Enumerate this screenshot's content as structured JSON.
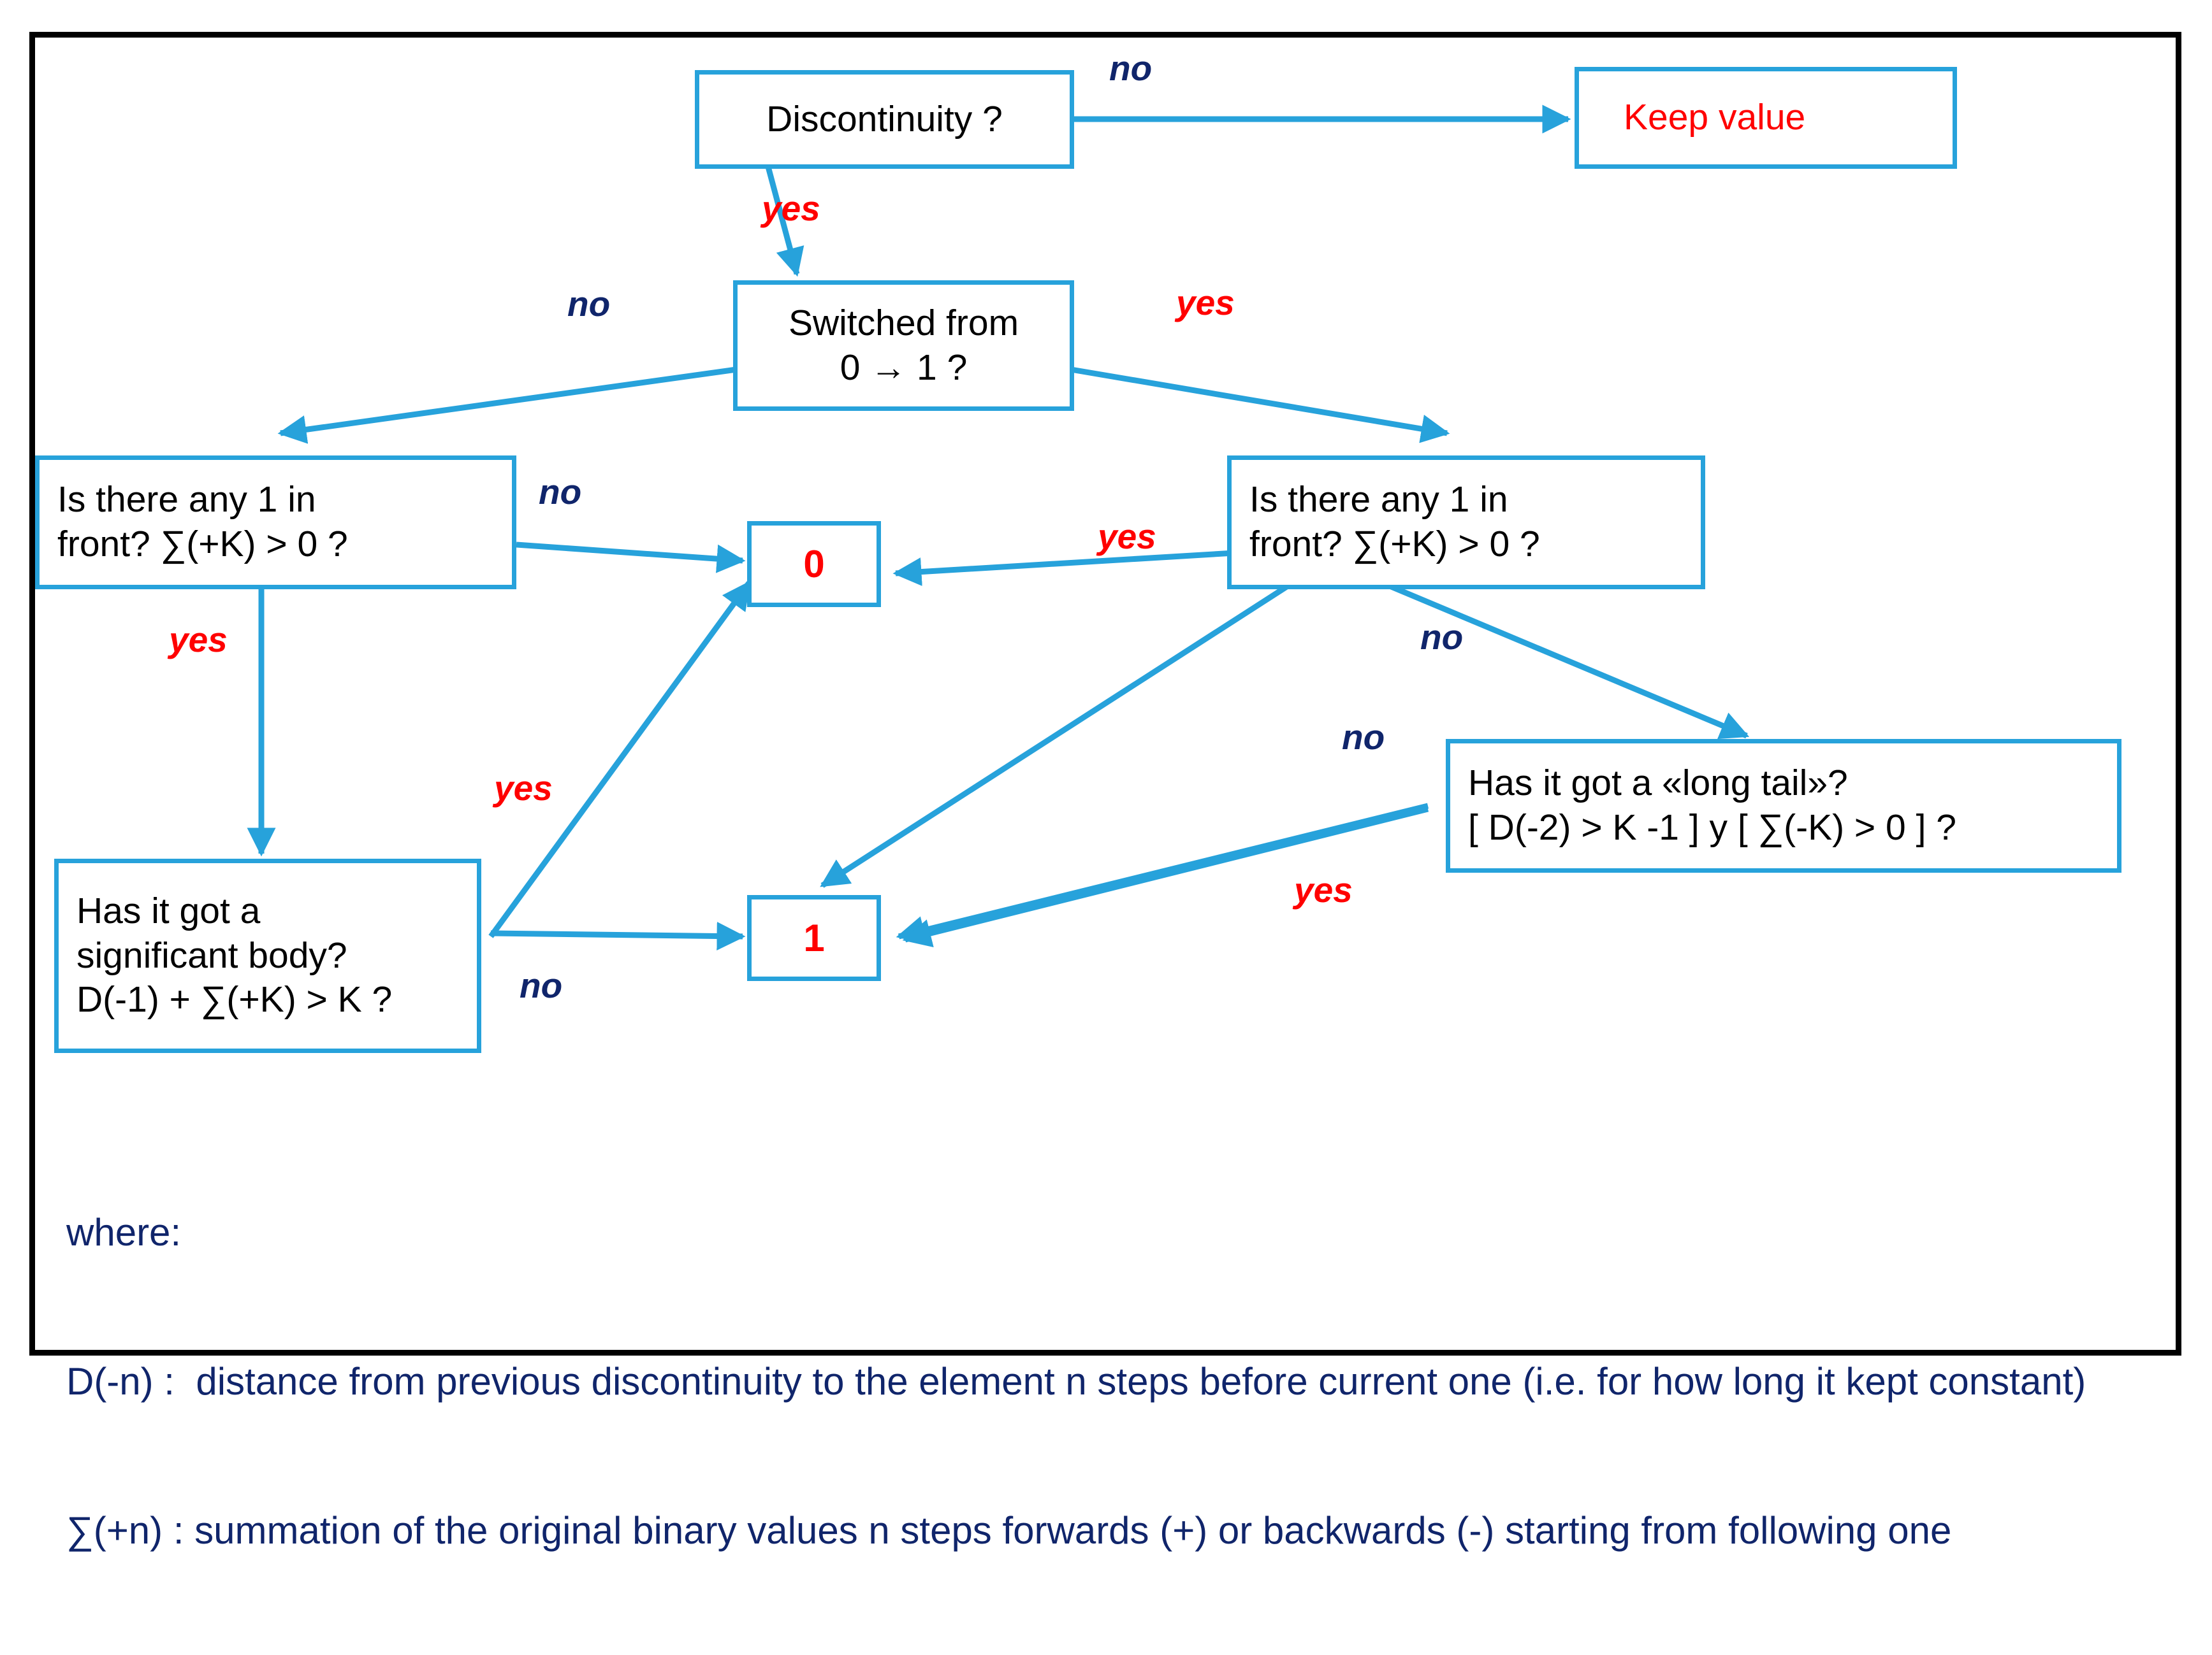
{
  "diagram": {
    "title": "Discontinuity decision flowchart",
    "colors": {
      "box_border": "#27a2db",
      "arrow": "#27a2db",
      "no_label": "#10256b",
      "yes_label": "#ff0000",
      "box_text": "#000000",
      "frame": "#000000"
    },
    "nodes": [
      {
        "id": "discontinuity",
        "text": "Discontinuity ?"
      },
      {
        "id": "keep-value",
        "text": "Keep value"
      },
      {
        "id": "switched",
        "text": "Switched from\n0 → 1  ?"
      },
      {
        "id": "any-one-left",
        "text": "Is there any 1 in\nfront? ∑(+K)  > 0 ?"
      },
      {
        "id": "any-one-right",
        "text": "Is there any 1 in\nfront? ∑(+K)  > 0 ?"
      },
      {
        "id": "out-zero",
        "text": "0"
      },
      {
        "id": "out-one",
        "text": "1"
      },
      {
        "id": "significant-body",
        "text": "Has it got a\nsignificant body?\nD(-1) + ∑(+K) > K  ?"
      },
      {
        "id": "long-tail",
        "text": "Has it got a «long tail»?\n[ D(-2) > K -1 ]    y   [ ∑(-K)  > 0 ]  ?"
      }
    ],
    "edge_labels": [
      {
        "id": "no-keep",
        "text": "no"
      },
      {
        "id": "yes-switched",
        "text": "yes"
      },
      {
        "id": "no-left-branch",
        "text": "no"
      },
      {
        "id": "yes-right-branch",
        "text": "yes"
      },
      {
        "id": "no-left-zero",
        "text": "no"
      },
      {
        "id": "yes-left-body",
        "text": "yes"
      },
      {
        "id": "yes-right-zero",
        "text": "yes"
      },
      {
        "id": "no-right-tail",
        "text": "no"
      },
      {
        "id": "yes-body-one",
        "text": "yes"
      },
      {
        "id": "no-body-one",
        "text": "no"
      },
      {
        "id": "no-tail-zero",
        "text": "no"
      },
      {
        "id": "yes-tail-one",
        "text": "yes"
      }
    ],
    "legend": {
      "heading": "where:",
      "line1": "D(-n) :  distance from previous discontinuity to the element n steps before current one (i.e. for how long it kept constant)",
      "line2": "∑(+n) : summation of the original binary values n steps forwards (+) or backwards (-) starting from following one"
    }
  }
}
